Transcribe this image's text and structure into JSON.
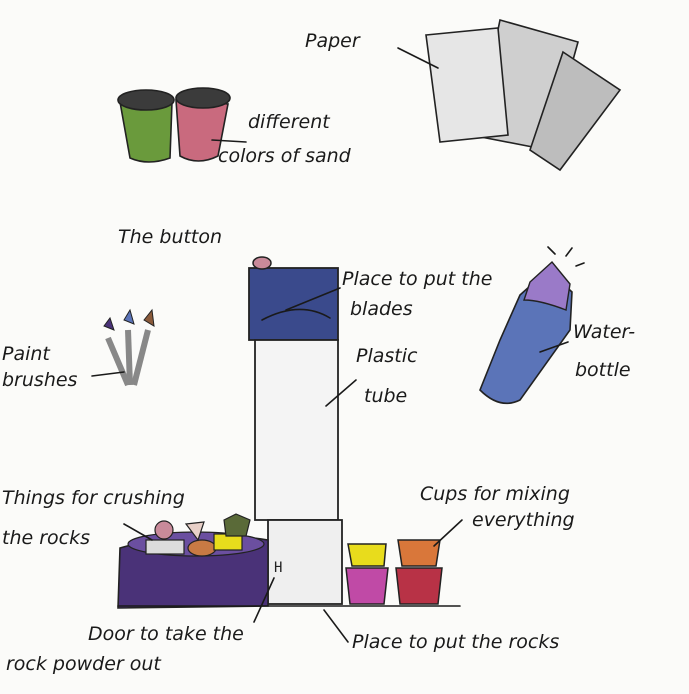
{
  "labels": {
    "paper": "Paper",
    "sand_1": "different",
    "sand_2": "colors of sand",
    "button": "The button",
    "blades_1": "Place to put the",
    "blades_2": "blades",
    "water_1": "Water-",
    "water_2": "bottle",
    "tube_1": "Plastic",
    "tube_2": "tube",
    "brushes_1": "Paint",
    "brushes_2": "brushes",
    "crush_1": "Things for crushing",
    "crush_2": "the rocks",
    "cups_1": "Cups for mixing",
    "cups_2": "everything",
    "door_1": "Door to take the",
    "door_2": "rock powder out",
    "rocks": "Place to put the rocks"
  },
  "colors": {
    "green_sand": "#6a9a3c",
    "pink_sand": "#c96a7e",
    "lid": "#3b3b3b",
    "blade_cap": "#3a4a8c",
    "button": "#c98a9a",
    "water": "#5b74b8",
    "water_cap": "#9a7ac8",
    "stand": "#4a3278",
    "cup_yellow": "#e8dc1c",
    "cup_orange": "#d9773a",
    "cup_magenta": "#c04aa6",
    "cup_red": "#b83246",
    "paper_gray": "#d8d8d8"
  }
}
